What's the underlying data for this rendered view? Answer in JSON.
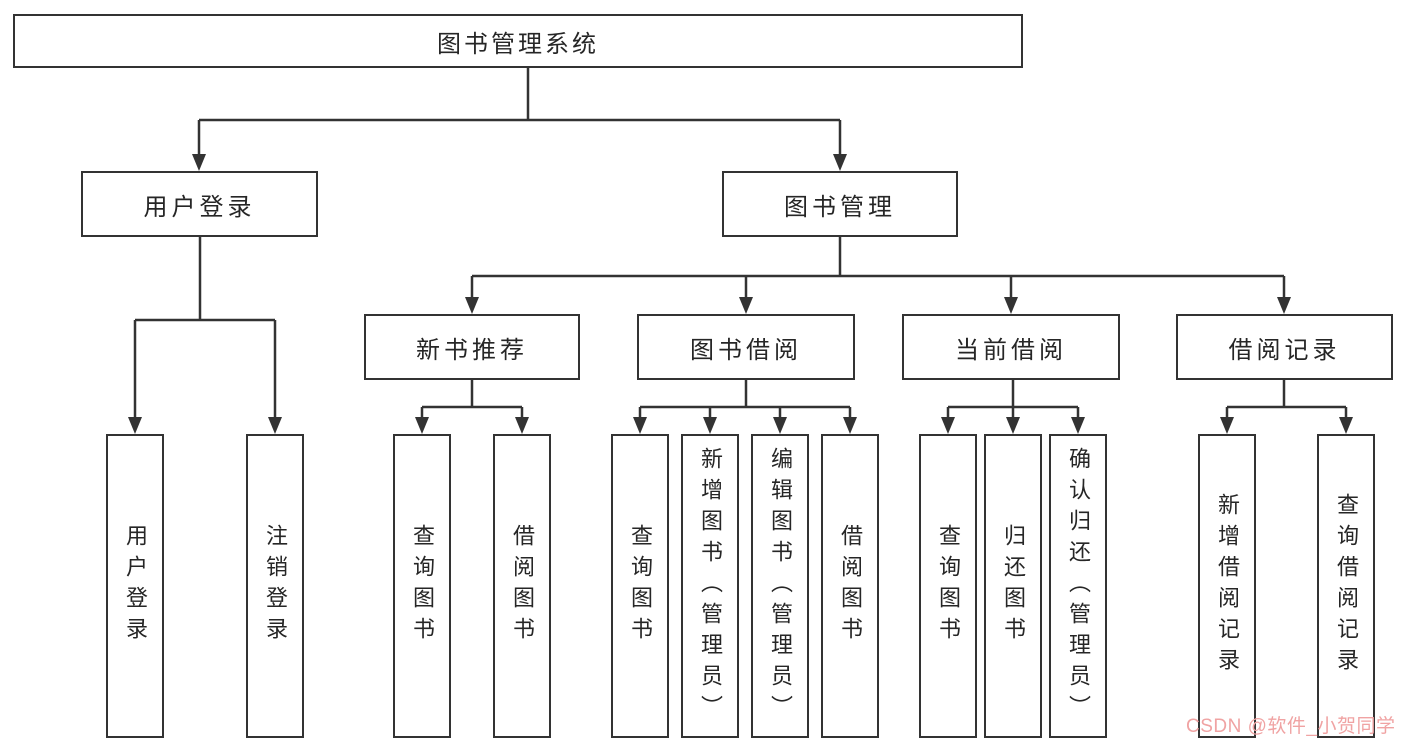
{
  "diagram": {
    "root": {
      "label": "图书管理系统"
    },
    "level2": [
      {
        "label": "用户登录"
      },
      {
        "label": "图书管理"
      }
    ],
    "level3": [
      {
        "label": "新书推荐"
      },
      {
        "label": "图书借阅"
      },
      {
        "label": "当前借阅"
      },
      {
        "label": "借阅记录"
      }
    ],
    "leaves": {
      "login": [
        "用户登录",
        "注销登录"
      ],
      "recommend": [
        "查询图书",
        "借阅图书"
      ],
      "borrow": [
        "查询图书",
        "新增图书（管理员）",
        "编辑图书（管理员）",
        "借阅图书"
      ],
      "current": [
        "查询图书",
        "归还图书",
        "确认归还（管理员）"
      ],
      "records": [
        "新增借阅记录",
        "查询借阅记录"
      ]
    },
    "watermark": "CSDN @软件_小贺同学",
    "colors": {
      "line": "#333333",
      "box_border": "#333333",
      "text": "#262626",
      "watermark": "#F0A3A3",
      "background": "#ffffff"
    }
  }
}
